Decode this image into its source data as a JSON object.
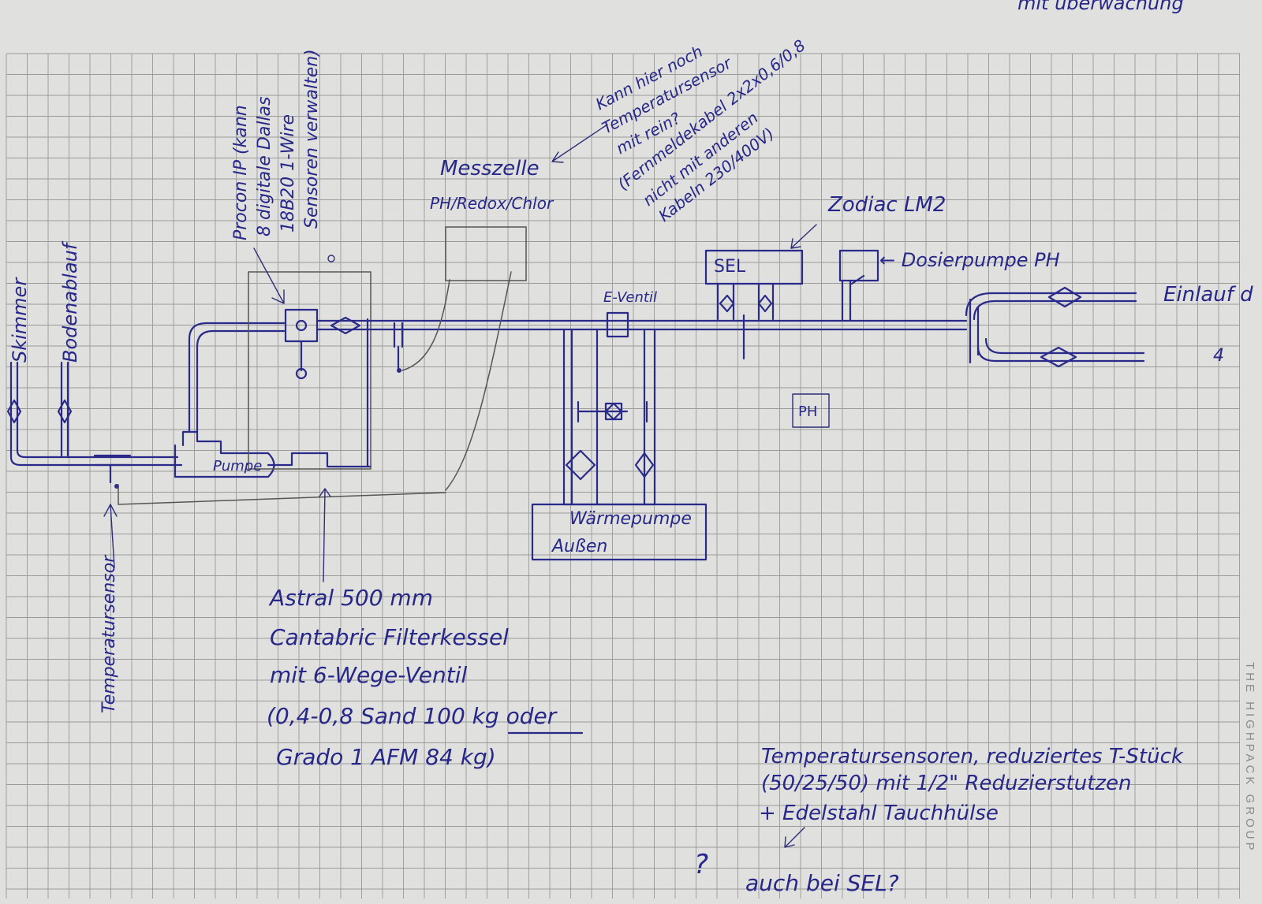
{
  "labels": {
    "skimmer": "Skimmer",
    "bodenablauf": "Bodenablauf",
    "temperatursensor": "Temperatursensor",
    "pumpe": "Pumpe",
    "procon_1": "Procon IP (kann",
    "procon_2": "8 digitale Dallas",
    "procon_3": "18B20 1-Wire",
    "procon_4": "Sensoren verwalten)",
    "messzelle_title": "Messzelle",
    "messzelle_sub": "PH/Redox/Chlor",
    "kann_1": "Kann hier noch",
    "kann_2": "Temperatursensor",
    "kann_3": "mit rein?",
    "kann_4": "(Fernmeldekabel 2x2x0,6/0,8",
    "kann_5": "nicht mit anderen",
    "kann_6": "Kabeln 230/400V)",
    "zodiac": "Zodiac LM2",
    "sel": "SEL",
    "dosierpumpe": "← Dosierpumpe PH",
    "e_ventil": "E-Ventil",
    "ph_box": "PH",
    "waermepumpe": "Wärmepumpe",
    "aussen": "Außen",
    "einlauf": "Einlauf d",
    "einlauf_4": "4",
    "top_right": "mit überwachung",
    "astral_1": "Astral 500 mm",
    "astral_2": "Cantabric Filterkessel",
    "astral_3": "mit 6-Wege-Ventil",
    "astral_4": "(0,4-0,8 Sand 100 kg oder",
    "astral_5": "Grado 1 AFM 84 kg)",
    "temp_note_1": "Temperatursensoren, reduziertes T-Stück",
    "temp_note_2": "(50/25/50) mit 1/2\" Reduzierstutzen",
    "temp_note_3": "+ Edelstahl Tauchhülse",
    "question": "?",
    "auch_sel": "auch bei SEL?",
    "side_print": "THE HIGHPACK GROUP"
  }
}
